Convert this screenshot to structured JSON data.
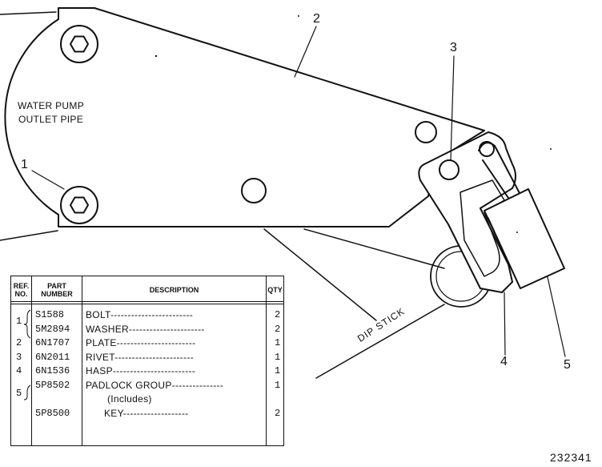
{
  "labels": {
    "water_pump": [
      "WATER PUMP",
      "OUTLET PIPE"
    ],
    "dip_stick": "DIP STICK",
    "figure_number": "232341"
  },
  "callouts": [
    "1",
    "2",
    "3",
    "4",
    "5"
  ],
  "table": {
    "headers": {
      "ref_no": [
        "REF.",
        "NO."
      ],
      "part_number": [
        "PART",
        "NUMBER"
      ],
      "description": "DESCRIPTION",
      "qty": "QTY"
    },
    "rows": [
      {
        "ref": "1",
        "part": "S1588",
        "desc": "BOLT------------------------",
        "qty": "2"
      },
      {
        "ref": "",
        "part": "5M2894",
        "desc": "WASHER----------------------",
        "qty": "2"
      },
      {
        "ref": "2",
        "part": "6N1707",
        "desc": "PLATE-----------------------",
        "qty": "1"
      },
      {
        "ref": "3",
        "part": "6N2011",
        "desc": "RIVET-----------------------",
        "qty": "1"
      },
      {
        "ref": "4",
        "part": "6N1536",
        "desc": "HASP------------------------",
        "qty": "1"
      },
      {
        "ref": "5",
        "part": "5P8502",
        "desc": "PADLOCK GROUP---------------",
        "qty": "1"
      },
      {
        "ref": "",
        "part": "",
        "desc": "(Includes)",
        "qty": ""
      },
      {
        "ref": "",
        "part": "5P8500",
        "desc": "KEY-------------------",
        "qty": "2"
      }
    ]
  }
}
